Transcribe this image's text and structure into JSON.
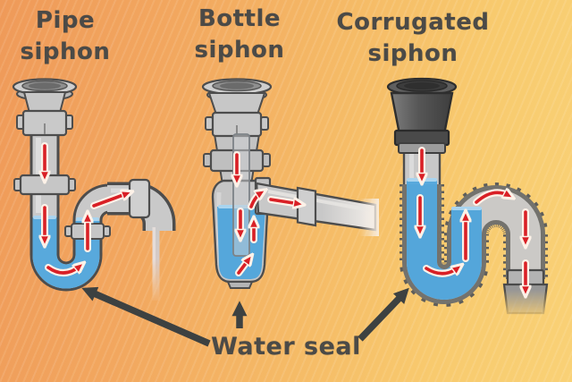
{
  "diagram": {
    "titles": {
      "pipe": {
        "line1": "Pipe",
        "line2": "siphon"
      },
      "bottle": {
        "line1": "Bottle",
        "line2": "siphon"
      },
      "corrugated": {
        "line1": "Corrugated",
        "line2": "siphon"
      }
    },
    "caption": "Water seal"
  },
  "legend": {
    "flow_arrow_color": "#d92026",
    "pointer_arrow_color": "#3d4141",
    "water_color": "#55a7db",
    "pipe_color": "#c9c9c9",
    "dark_funnel_color": "#565656",
    "ink_color": "#4b4a47",
    "background_left": "#ef9a59",
    "background_right": "#f9d176"
  }
}
